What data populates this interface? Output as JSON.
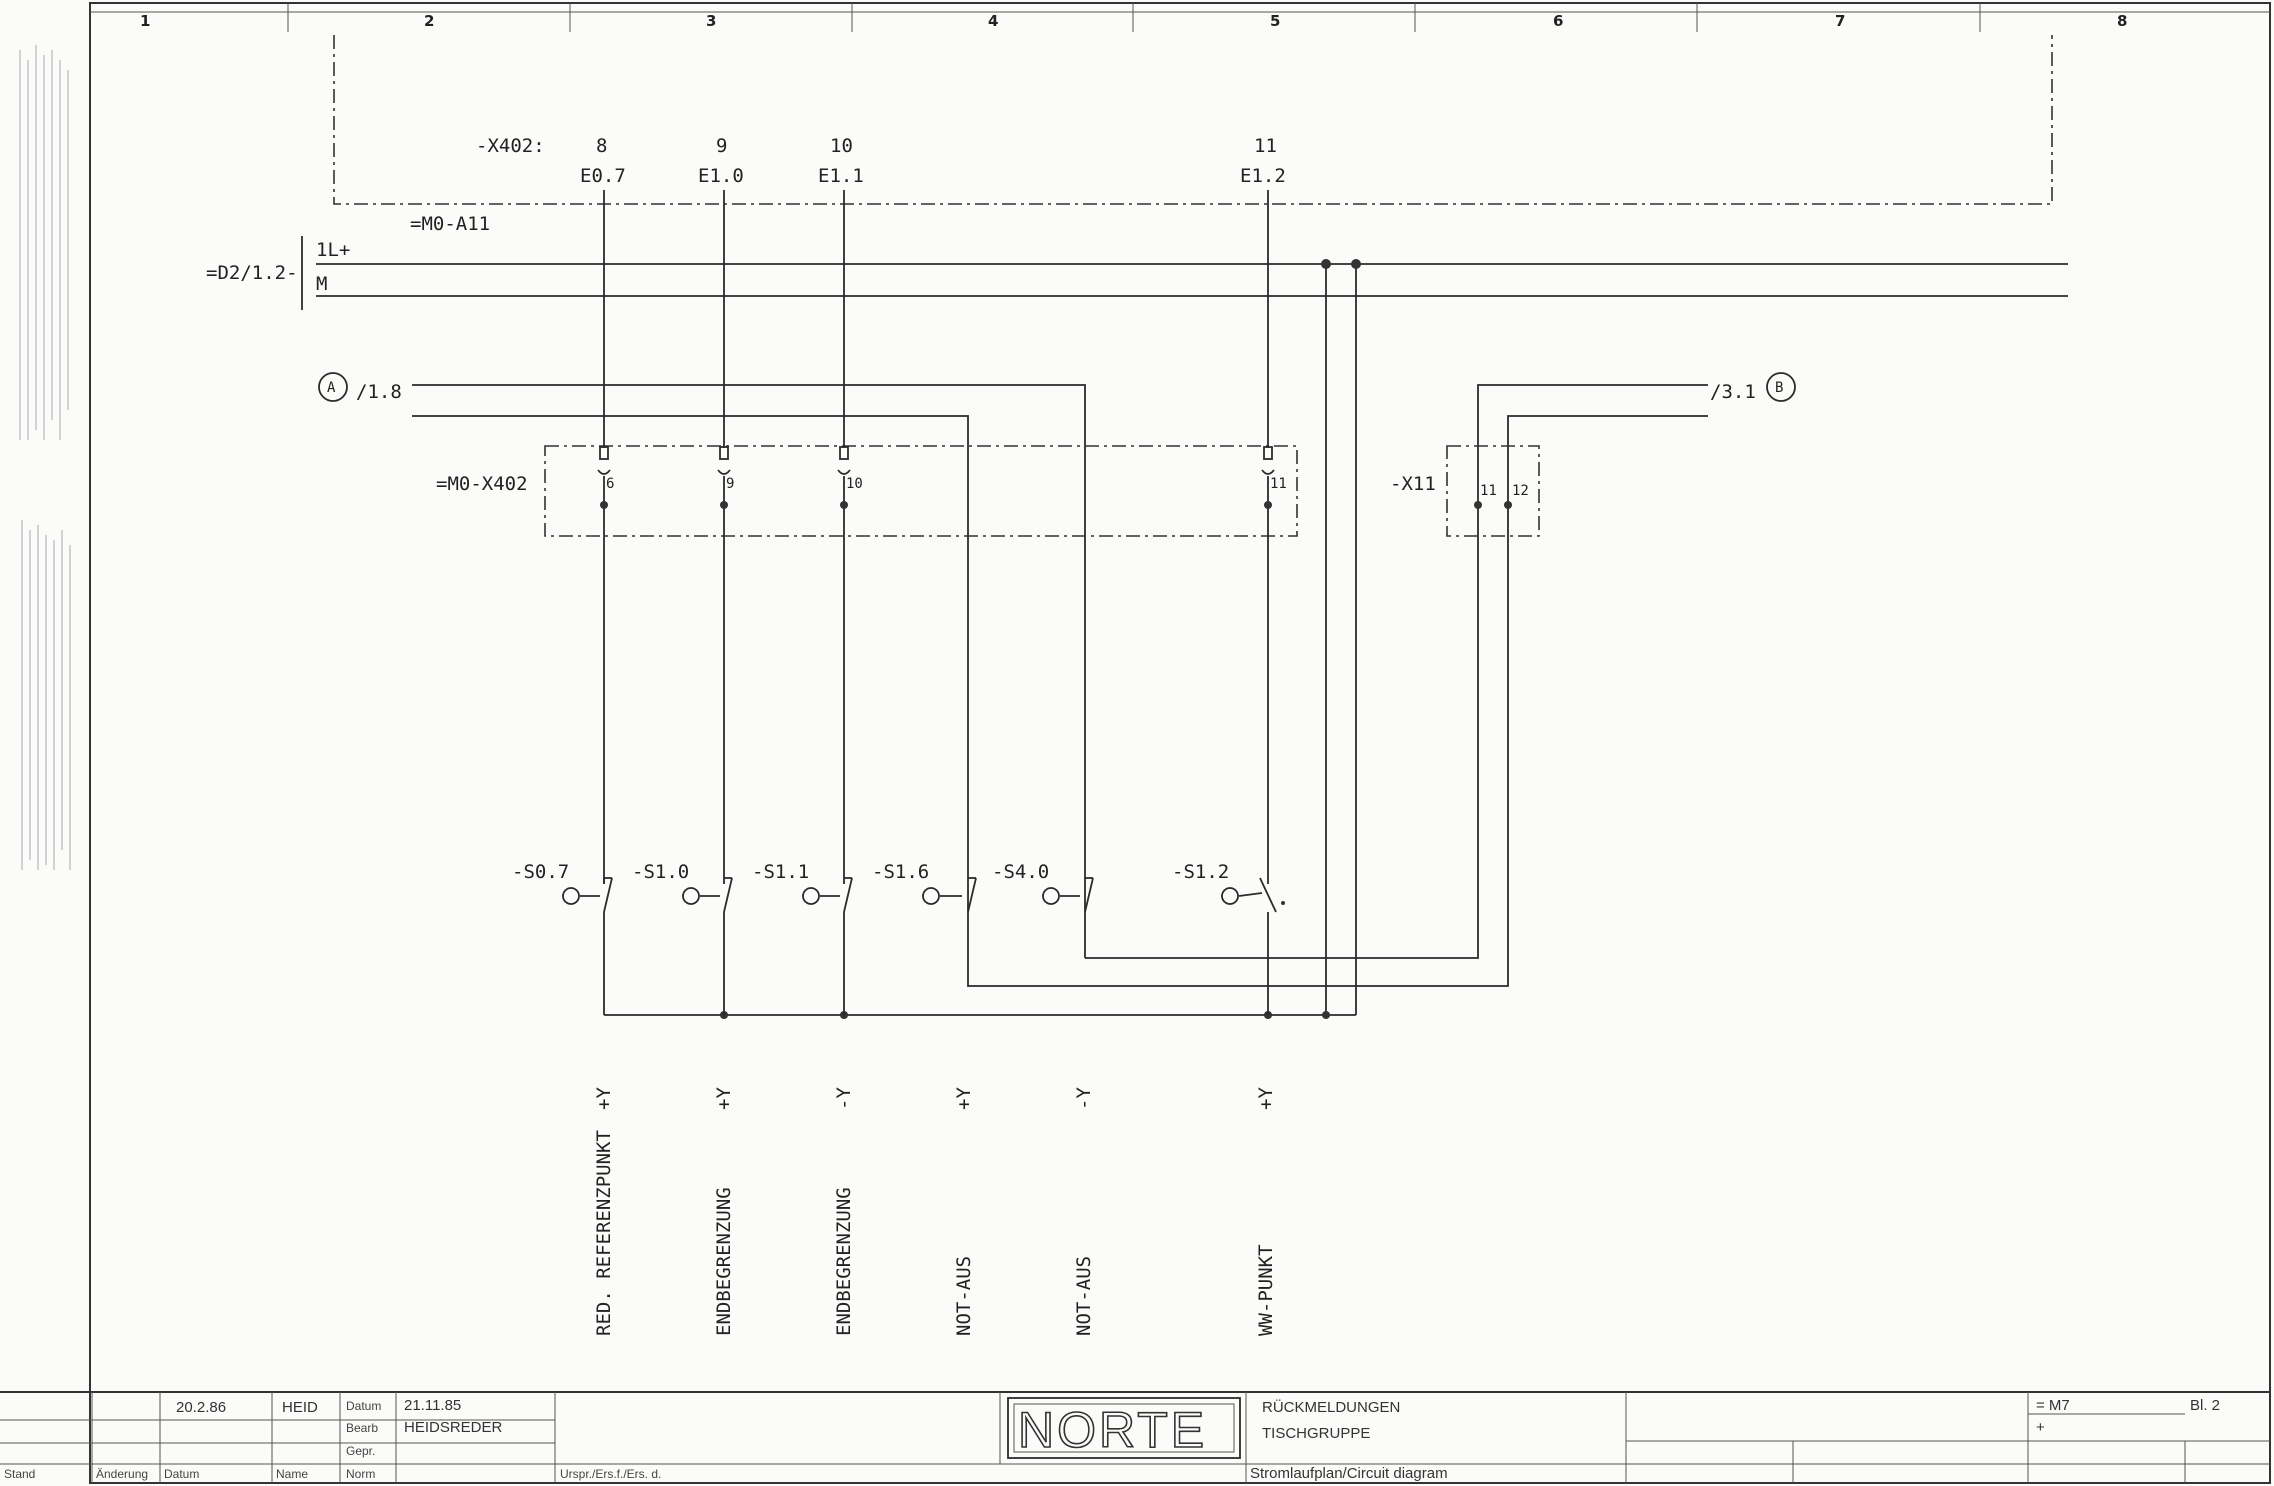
{
  "drawing": {
    "columns": [
      "1",
      "2",
      "3",
      "4",
      "5",
      "6",
      "7",
      "8"
    ],
    "plc_module": "=M0-A11",
    "connector_top": "-X402:",
    "terminal_numbers": [
      "8",
      "9",
      "10",
      "11"
    ],
    "inputs": [
      "E0.7",
      "E1.0",
      "E1.1",
      "E1.2"
    ],
    "supply_ref": "=D2/1.2-",
    "supply_rails": [
      "1L+",
      "M"
    ],
    "ref_a_symbol": "A",
    "ref_a": "/1.8",
    "ref_b_symbol": "B",
    "ref_b": "/3.1",
    "connector_mid": "=M0-X402",
    "connector_pins": [
      "6",
      "9",
      "10",
      "11"
    ],
    "x11": "-X11",
    "x11_pins": [
      "11",
      "12"
    ],
    "switches": [
      "-S0.7",
      "-S1.0",
      "-S1.1",
      "-S1.6",
      "-S4.0",
      "-S1.2"
    ],
    "directions": [
      "+Y",
      "+Y",
      "-Y",
      "+Y",
      "-Y",
      "+Y"
    ],
    "descriptions": [
      "RED. REFERENZPUNKT",
      "ENDBEGRENZUNG",
      "ENDBEGRENZUNG",
      "NOT-AUS",
      "NOT-AUS",
      "WW-PUNKT"
    ]
  },
  "title_block": {
    "rev_date": "20.2.86",
    "rev_name": "HEID",
    "datum_label": "Datum",
    "datum_value": "21.11.85",
    "bearb_label": "Bearb",
    "bearb_value": "HEIDSREDER",
    "gepr_label": "Gepr.",
    "norm_label": "Norm",
    "footer_labels": [
      "Stand",
      "Änderung",
      "Datum",
      "Name"
    ],
    "ursprung": "Urspr./Ers.f./Ers. d.",
    "logo": "NORTE",
    "title_line1": "RÜCKMELDUNGEN",
    "title_line2": "TISCHGRUPPE",
    "drawing_type": "Stromlaufplan/Circuit diagram",
    "designation": "= M7",
    "location": "+",
    "sheet": "Bl. 2"
  }
}
